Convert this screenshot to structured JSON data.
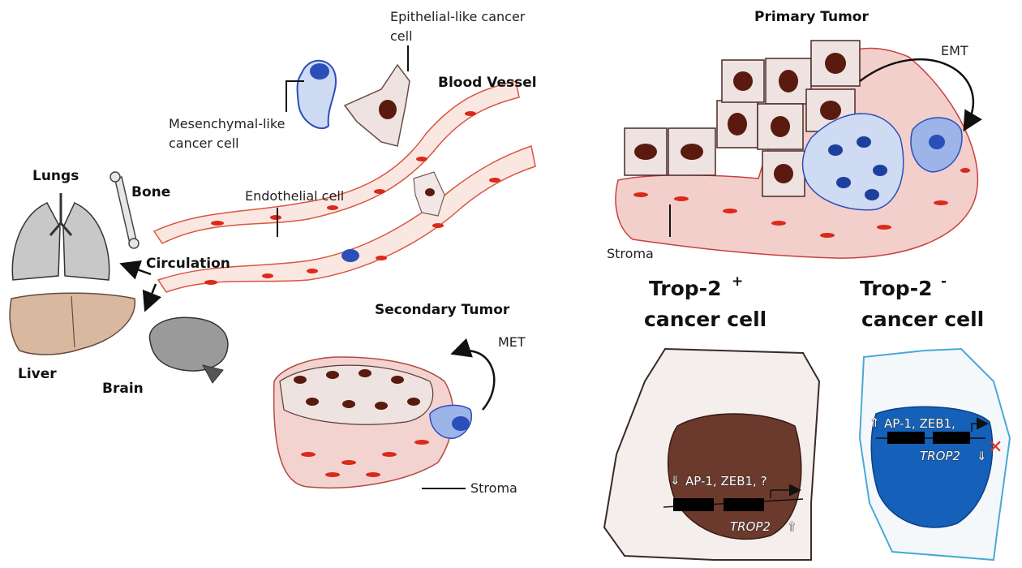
{
  "labels": {
    "epithelial": [
      "Epithelial-like cancer",
      "cell"
    ],
    "mesenchymal": [
      "Mesenchymal-like",
      "cancer cell"
    ],
    "blood_vessel": "Blood Vessel",
    "endothelial": "Endothelial cell",
    "lungs": "Lungs",
    "bone": "Bone",
    "circulation": "Circulation",
    "liver": "Liver",
    "brain": "Brain",
    "secondary_tumor": "Secondary Tumor",
    "met": "MET",
    "stroma_secondary": "Stroma",
    "primary_tumor": "Primary Tumor",
    "emt": "EMT",
    "stroma_primary": "Stroma"
  },
  "trop_pos": {
    "title_main": "Trop-2",
    "title_sup": "+",
    "title_line2": "cancer cell",
    "factors": "AP-1, ZEB1, ?",
    "factor_arrow": "⇓",
    "gene": "TROP2",
    "gene_arrow": "⇑"
  },
  "trop_neg": {
    "title_main": "Trop-2",
    "title_sup": "-",
    "title_line2": "cancer cell",
    "factors": "AP-1, ZEB1,",
    "factor_arrow": "⇑",
    "gene": "TROP2",
    "gene_arrow": "⇓",
    "block_mark": "✕"
  },
  "colors": {
    "vessel": "#e0503a",
    "epithelial_nucleus": "#5a1a10",
    "mesenchymal": "#2b4fb8",
    "trop_neg_outline": "#4aa8d8",
    "trop_neg_nucleus": "#1560b8",
    "trop_pos_nucleus": "#6b3a2c"
  }
}
